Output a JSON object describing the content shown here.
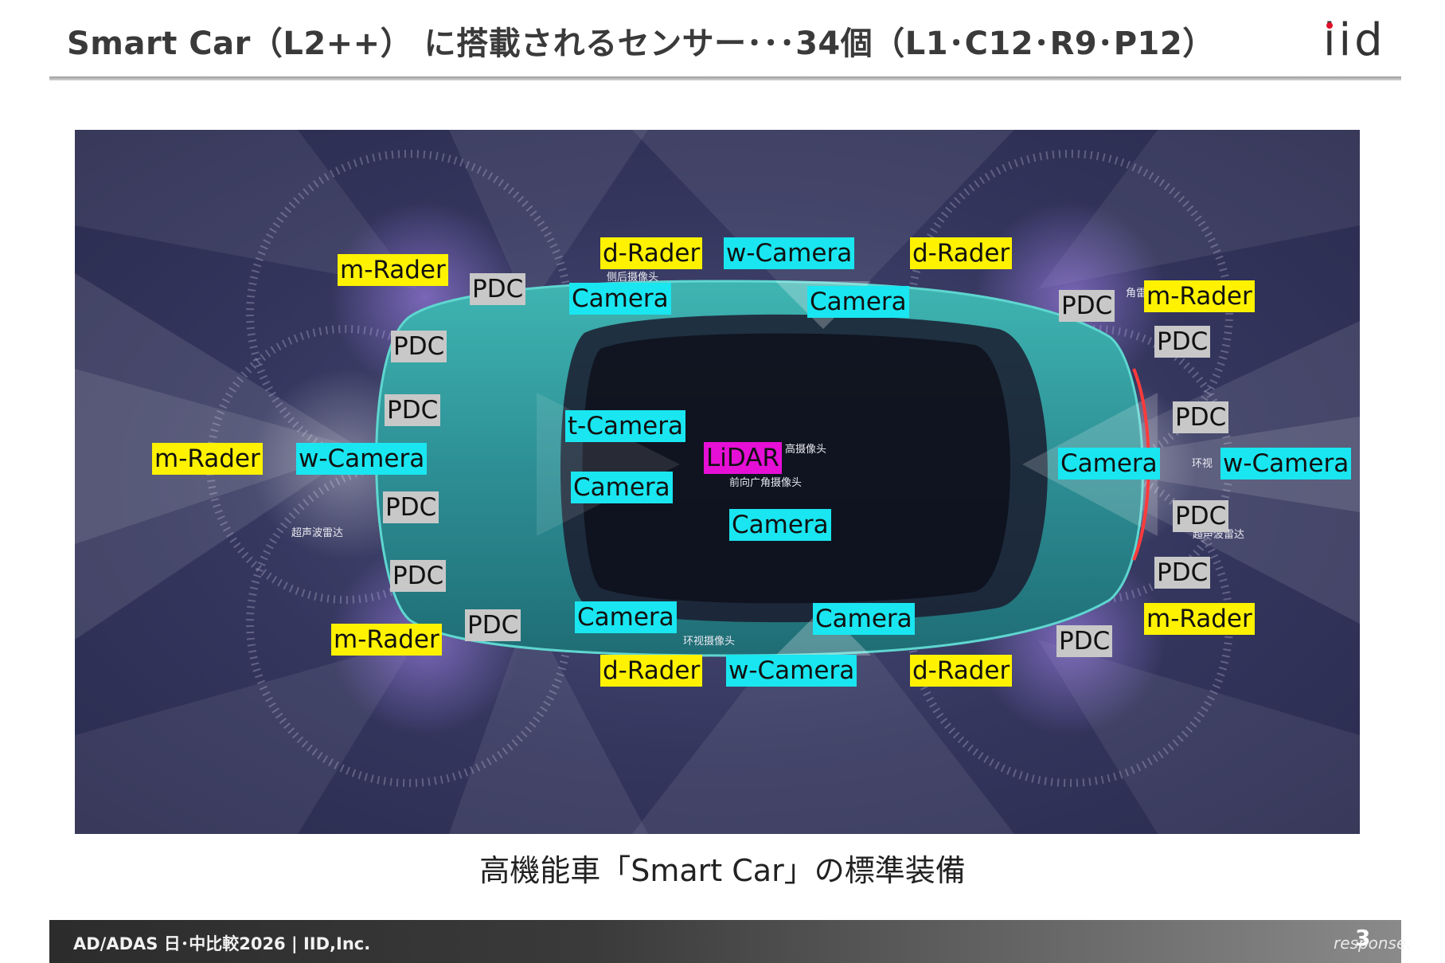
{
  "header": {
    "title": "Smart Car（L2++） に搭載されるセンサー･･･34個（L1･C12･R9･P12）",
    "logo": "iid"
  },
  "colors": {
    "rader": "#fff200",
    "camera": "#19e6f0",
    "pdc": "#c8c8c8",
    "lidar": "#e60fd6"
  },
  "labels": {
    "m_rader": "m-Rader",
    "d_rader": "d-Rader",
    "w_camera": "w-Camera",
    "t_camera": "t-Camera",
    "camera": "Camera",
    "pdc": "PDC",
    "lidar": "LiDAR"
  },
  "sensor_labels": [
    {
      "id": "m-rader-rear-left",
      "type": "m_rader",
      "kind": "y"
    },
    {
      "id": "pdc-rear-left-1",
      "type": "pdc",
      "kind": "g"
    },
    {
      "id": "pdc-rear-left-2",
      "type": "pdc",
      "kind": "g"
    },
    {
      "id": "pdc-rear-left-3",
      "type": "pdc",
      "kind": "g"
    },
    {
      "id": "m-rader-rear",
      "type": "m_rader",
      "kind": "y"
    },
    {
      "id": "w-camera-rear",
      "type": "w_camera",
      "kind": "c"
    },
    {
      "id": "pdc-rear-left-4",
      "type": "pdc",
      "kind": "g"
    },
    {
      "id": "pdc-rear-left-5",
      "type": "pdc",
      "kind": "g"
    },
    {
      "id": "m-rader-rear-right",
      "type": "m_rader",
      "kind": "y"
    },
    {
      "id": "pdc-rear-left-6",
      "type": "pdc",
      "kind": "g"
    },
    {
      "id": "d-rader-top-left",
      "type": "d_rader",
      "kind": "y"
    },
    {
      "id": "w-camera-top",
      "type": "w_camera",
      "kind": "c"
    },
    {
      "id": "d-rader-top-right",
      "type": "d_rader",
      "kind": "y"
    },
    {
      "id": "camera-top-left",
      "type": "camera",
      "kind": "c"
    },
    {
      "id": "camera-top-mid",
      "type": "camera",
      "kind": "c"
    },
    {
      "id": "t-camera",
      "type": "t_camera",
      "kind": "c"
    },
    {
      "id": "lidar",
      "type": "lidar",
      "kind": "m"
    },
    {
      "id": "camera-center-1",
      "type": "camera",
      "kind": "c"
    },
    {
      "id": "camera-center-2",
      "type": "camera",
      "kind": "c"
    },
    {
      "id": "camera-bottom-left",
      "type": "camera",
      "kind": "c"
    },
    {
      "id": "camera-bottom-mid",
      "type": "camera",
      "kind": "c"
    },
    {
      "id": "d-rader-bottom-left",
      "type": "d_rader",
      "kind": "y"
    },
    {
      "id": "w-camera-bottom",
      "type": "w_camera",
      "kind": "c"
    },
    {
      "id": "d-rader-bottom-right",
      "type": "d_rader",
      "kind": "y"
    },
    {
      "id": "pdc-front-1",
      "type": "pdc",
      "kind": "g"
    },
    {
      "id": "m-rader-front-top",
      "type": "m_rader",
      "kind": "y"
    },
    {
      "id": "pdc-front-2",
      "type": "pdc",
      "kind": "g"
    },
    {
      "id": "pdc-front-3",
      "type": "pdc",
      "kind": "g"
    },
    {
      "id": "camera-front",
      "type": "camera",
      "kind": "c"
    },
    {
      "id": "w-camera-front",
      "type": "w_camera",
      "kind": "c"
    },
    {
      "id": "pdc-front-4",
      "type": "pdc",
      "kind": "g"
    },
    {
      "id": "pdc-front-5",
      "type": "pdc",
      "kind": "g"
    },
    {
      "id": "m-rader-front-bottom",
      "type": "m_rader",
      "kind": "y"
    },
    {
      "id": "pdc-front-6",
      "type": "pdc",
      "kind": "g"
    }
  ],
  "chinese_annotations": {
    "a1": "侧后摄像头",
    "a2": "角雷",
    "a3": "高摄像头",
    "a4": "前向广角摄像头",
    "a5": "超声波雷达",
    "a6": "环视摄像头",
    "a7": "环视",
    "a8": "超声波雷达"
  },
  "caption": "高機能車「Smart Car」の標準装備",
  "footer": {
    "text": "AD/ADAS 日･中比較2026 | IID,Inc.",
    "page": "3"
  },
  "watermark": "response."
}
